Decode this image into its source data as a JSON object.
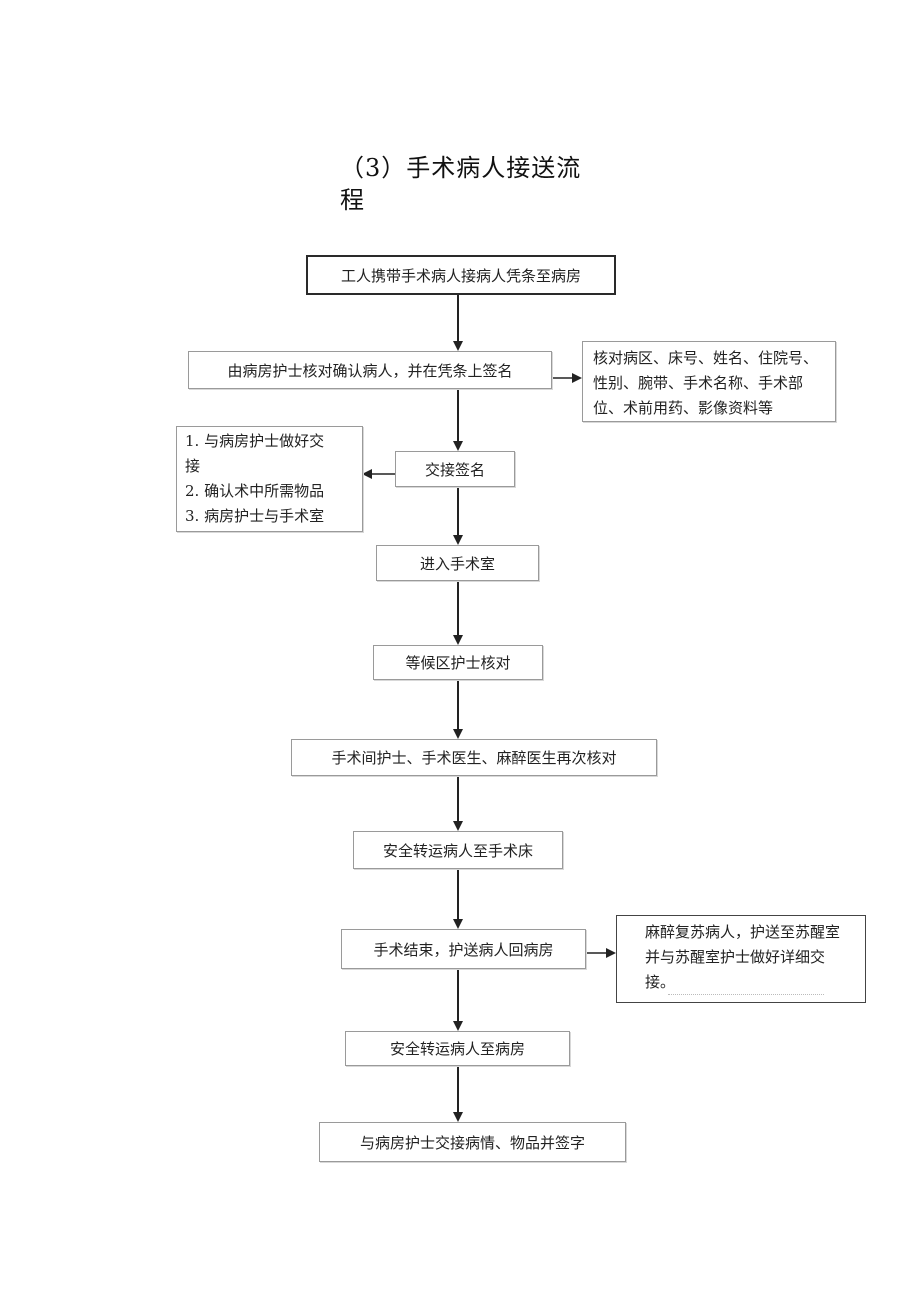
{
  "title": "（3）手术病人接送流程",
  "nodes": {
    "step1": "工人携带手术病人接病人凭条至病房",
    "step2": "由病房护士核对确认病人，并在凭条上签名",
    "step3": "交接签名",
    "step4": "进入手术室",
    "step5": "等候区护士核对",
    "step6": "手术间护士、手术医生、麻醉医生再次核对",
    "step7": "安全转运病人至手术床",
    "step8": "手术结束，护送病人回病房",
    "step9": "安全转运病人至病房",
    "step10": "与病房护士交接病情、物品并签字"
  },
  "notes": {
    "check_items": [
      "核对病区、床号、姓名、住院号、",
      "性别、腕带、手术名称、手术部",
      "位、术前用药、影像资料等"
    ],
    "handover_items": [
      "1. 与病房护士做好交",
      "接",
      "2. 确认术中所需物品",
      "3. 病房护士与手术室"
    ],
    "anesthesia_note": [
      "麻醉复苏病人，护送至苏醒室",
      "并与苏醒室护士做好详细交",
      "接。"
    ]
  }
}
